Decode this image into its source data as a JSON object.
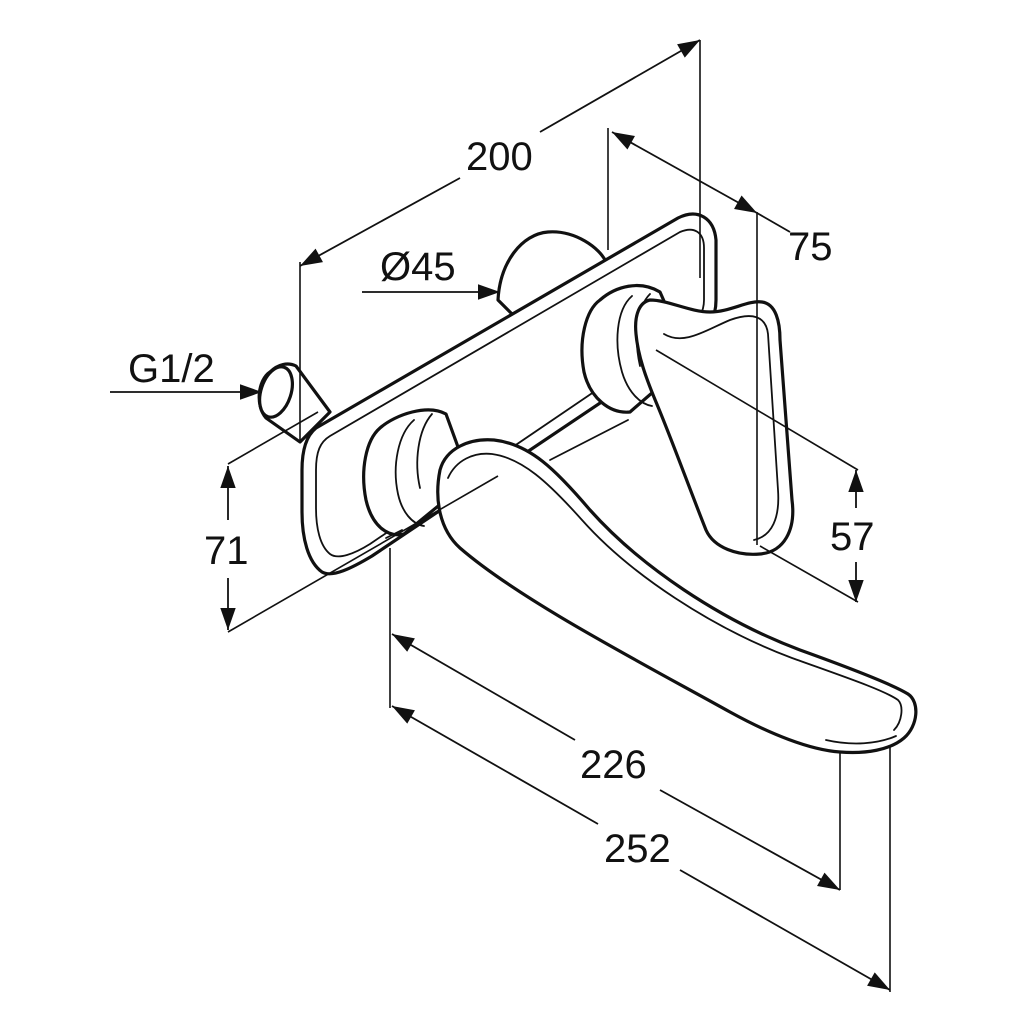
{
  "dimensions": {
    "total_depth": "200",
    "plate_depth": "75",
    "rosette_diameter": "Ø45",
    "connection_thread": "G1/2",
    "plate_height": "71",
    "lever_height": "57",
    "spout_projection": "226",
    "total_projection": "252"
  },
  "colors": {
    "line": "#111111",
    "background": "#ffffff"
  }
}
